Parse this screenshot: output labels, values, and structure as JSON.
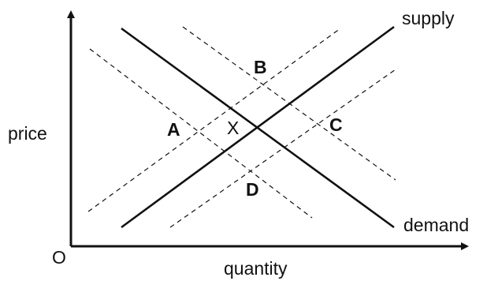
{
  "labels": {
    "y_axis": "price",
    "x_axis": "quantity",
    "origin": "O",
    "supply": "supply",
    "demand": "demand",
    "equilibrium": "X",
    "region_a": "A",
    "region_b": "B",
    "region_c": "C",
    "region_d": "D"
  },
  "colors": {
    "ink": "#111111",
    "background": "#ffffff"
  }
}
